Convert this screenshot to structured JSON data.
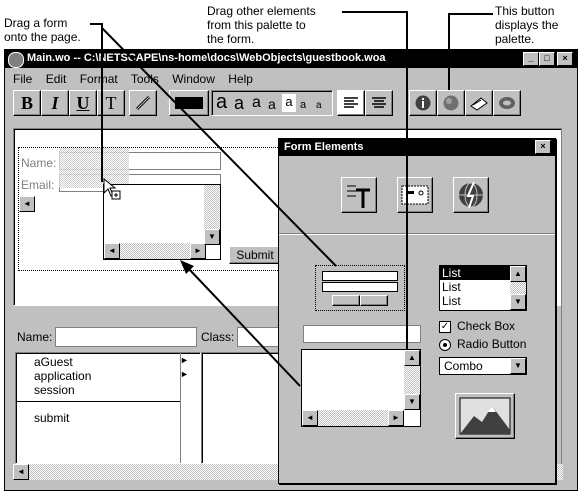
{
  "callouts": {
    "left": [
      "Drag a form",
      "onto the page."
    ],
    "middle": [
      "Drag other elements",
      "from this palette to",
      "the form."
    ],
    "right": [
      "This button",
      "displays the",
      "palette."
    ]
  },
  "window": {
    "title": "Main.wo -- C:\\NETSCAPE\\ns-home\\docs\\WebObjects\\guestbook.woa",
    "controls": [
      "_",
      "□",
      "×"
    ]
  },
  "menu": [
    "File",
    "Edit",
    "Format",
    "Tools",
    "Window",
    "Help"
  ],
  "toolbar": {
    "bold": "B",
    "italic": "I",
    "underline": "U",
    "typewriter": "T",
    "font_sizes": [
      "a",
      "a",
      "a",
      "a",
      "a",
      "a",
      "a"
    ]
  },
  "page_form": {
    "name_label": "Name:",
    "email_label": "Email:",
    "submit_label": "Submit"
  },
  "bottom": {
    "name_label": "Name:",
    "class_label": "Class:",
    "vars": [
      "aGuest",
      "application",
      "session"
    ],
    "actions": [
      "submit"
    ]
  },
  "palette": {
    "title": "Form Elements",
    "close": "×",
    "list_items": [
      "List",
      "List",
      "List"
    ],
    "checkbox_label": "Check Box",
    "radio_label": "Radio Button",
    "combo_value": "Combo"
  },
  "colors": {
    "chrome": "#c0c0c0",
    "titlebar": "#000000",
    "selection": "#000000"
  }
}
